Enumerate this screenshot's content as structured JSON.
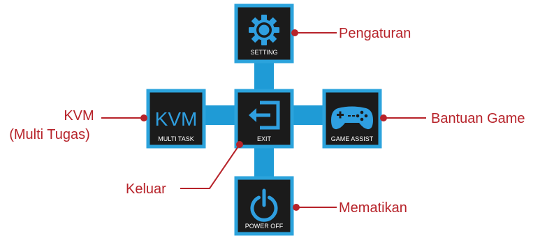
{
  "colors": {
    "connector": "#1f9bd6",
    "tile_border": "#2ba3dc",
    "tile_fill": "#1b1b1b",
    "icon": "#2f9fe0",
    "callout": "#b7232a"
  },
  "tiles": {
    "setting": {
      "label": "SETTING",
      "icon": "gear-icon"
    },
    "multitask": {
      "label": "MULTI TASK",
      "icon_text": "KVM"
    },
    "exit": {
      "label": "EXIT",
      "icon": "exit-icon"
    },
    "game_assist": {
      "label": "GAME ASSIST",
      "icon": "gamepad-icon"
    },
    "power_off": {
      "label": "POWER OFF",
      "icon": "power-icon"
    }
  },
  "callouts": {
    "setting": "Pengaturan",
    "kvm_line1": "KVM",
    "kvm_line2": "(Multi Tugas)",
    "game_assist": "Bantuan Game",
    "exit": "Keluar",
    "power_off": "Mematikan"
  }
}
